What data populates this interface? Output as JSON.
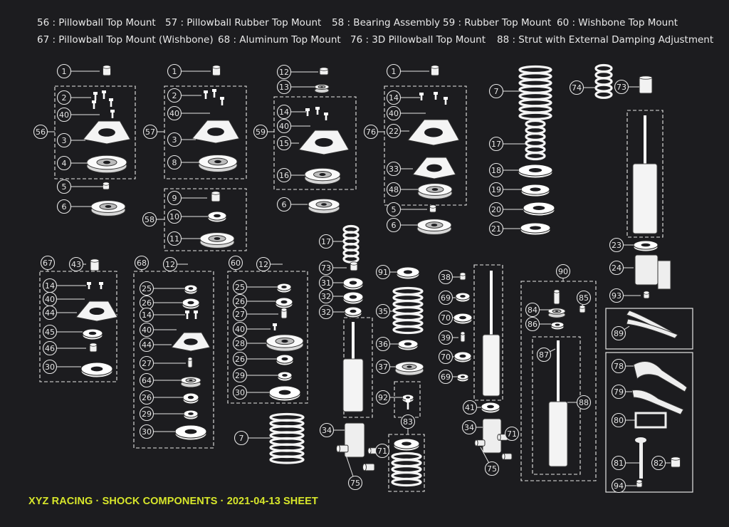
{
  "legend": [
    {
      "code": "56 : Pillowball Top Mount"
    },
    {
      "code": "57 : Pillowball Rubber Top Mount"
    },
    {
      "code": "58 : Bearing Assembly"
    },
    {
      "code": "59 : Rubber Top Mount"
    },
    {
      "code": "60 : Wishbone Top Mount"
    },
    {
      "code": "67 : Pillowball Top Mount (Wishbone)"
    },
    {
      "code": "68 : Aluminum Top Mount"
    },
    {
      "code": "76 : 3D Pillowball Top Mount"
    },
    {
      "code": "88 : Strut with External Damping Adjustment"
    }
  ],
  "footer": "XYZ RACING · SHOCK COMPONENTS · 2021-04-13 SHEET",
  "colors": {
    "background": "#1c1c1f",
    "line": "#e6e6e6",
    "footer": "#d7e62b"
  },
  "callouts": [
    "1",
    "2",
    "3",
    "4",
    "5",
    "6",
    "7",
    "8",
    "9",
    "10",
    "11",
    "12",
    "13",
    "14",
    "15",
    "16",
    "17",
    "18",
    "19",
    "20",
    "21",
    "22",
    "23",
    "24",
    "25",
    "26",
    "27",
    "28",
    "29",
    "30",
    "31",
    "32",
    "33",
    "34",
    "35",
    "36",
    "37",
    "38",
    "39",
    "40",
    "41",
    "43",
    "44",
    "45",
    "46",
    "48",
    "56",
    "57",
    "58",
    "59",
    "60",
    "64",
    "67",
    "68",
    "69",
    "70",
    "71",
    "73",
    "74",
    "75",
    "76",
    "78",
    "79",
    "80",
    "81",
    "82",
    "83",
    "84",
    "85",
    "86",
    "87",
    "88",
    "89",
    "90",
    "91",
    "92",
    "93",
    "94"
  ]
}
